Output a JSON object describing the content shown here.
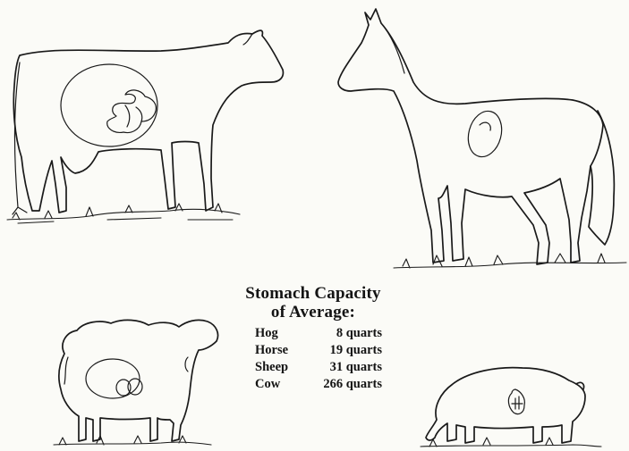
{
  "caption": {
    "title_line1": "Stomach Capacity",
    "title_line2": "of Average:"
  },
  "capacities": [
    {
      "animal": "Hog",
      "amount": "8 quarts"
    },
    {
      "animal": "Horse",
      "amount": "19 quarts"
    },
    {
      "animal": "Sheep",
      "amount": "31 quarts"
    },
    {
      "animal": "Cow",
      "amount": "266 quarts"
    }
  ],
  "colors": {
    "ink": "#1a1a1a",
    "paper": "#fbfbf7"
  }
}
